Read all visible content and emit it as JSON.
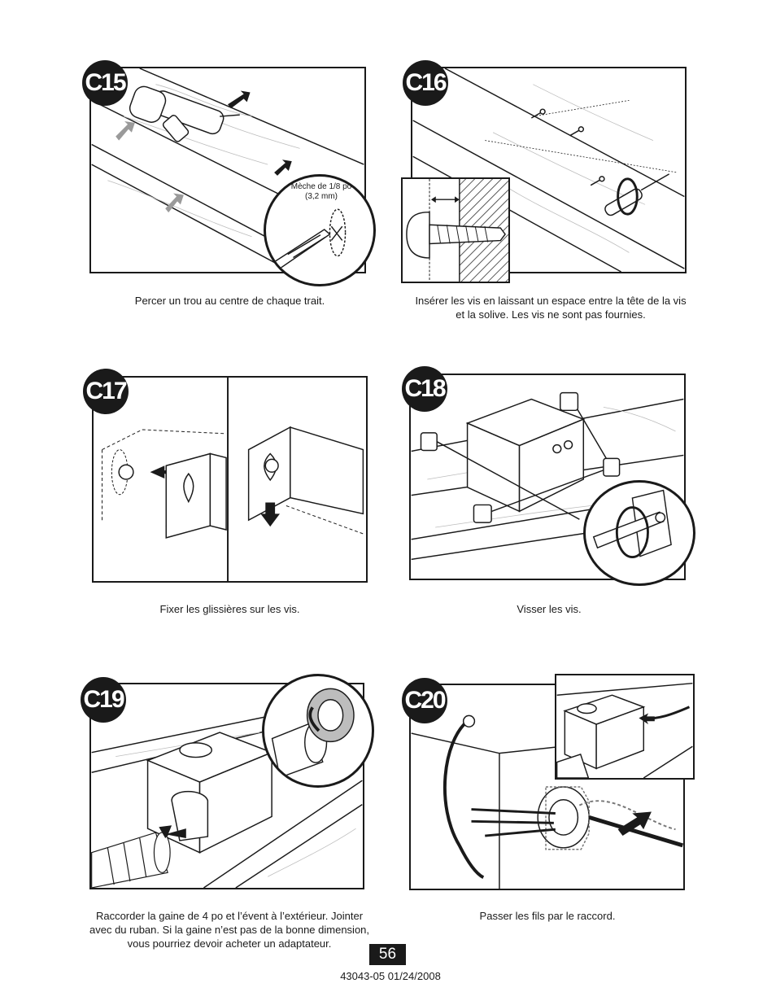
{
  "steps": [
    {
      "id": "C15",
      "caption": "Percer un trou au centre de chaque trait.",
      "callout": "Mèche de 1/8 po (3,2 mm)"
    },
    {
      "id": "C16",
      "caption": "Insérer les vis en laissant un espace entre la tête de la vis et la solive. Les vis ne sont pas fournies."
    },
    {
      "id": "C17",
      "caption": "Fixer les glissières sur les vis."
    },
    {
      "id": "C18",
      "caption": "Visser les vis."
    },
    {
      "id": "C19",
      "caption": "Raccorder la gaine de 4 po et l’évent à l’extérieur. Jointer avec du ruban. Si la gaine n’est pas de la bonne dimension, vous pourriez devoir acheter un adaptateur."
    },
    {
      "id": "C20",
      "caption": "Passer les fils par le raccord."
    }
  ],
  "footer": {
    "page_number": "56",
    "doc_code": "43043-05  01/24/2008"
  },
  "colors": {
    "ink": "#1a1a1a",
    "arrow": "#1a1a1a",
    "ghost_arrow": "#9a9a9a"
  }
}
